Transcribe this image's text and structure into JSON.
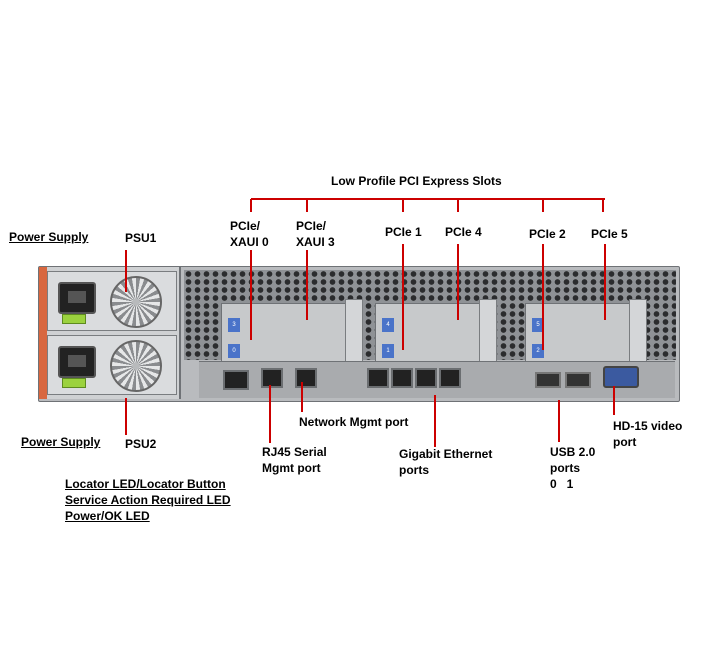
{
  "labels": {
    "slots_header": "Low Profile PCI Express Slots",
    "power_supply_top": "Power Supply",
    "psu1": "PSU1",
    "power_supply_bottom": "Power Supply",
    "psu2": "PSU2",
    "pcie_xaui0_line1": "PCIe/",
    "pcie_xaui0_line2": "XAUI 0",
    "pcie_xaui3_line1": "PCIe/",
    "pcie_xaui3_line2": "XAUI 3",
    "pcie1": "PCIe 1",
    "pcie4": "PCIe 4",
    "pcie2": "PCIe 2",
    "pcie5": "PCIe 5",
    "network_mgmt": "Network Mgmt port",
    "rj45_line1": "RJ45 Serial",
    "rj45_line2": "Mgmt port",
    "gbe_line1": "Gigabit Ethernet",
    "gbe_line2": "ports",
    "usb_line1": "USB 2.0",
    "usb_line2": "ports",
    "usb_line3": "0   1",
    "video_line1": "HD-15 video",
    "video_line2": "port",
    "locator": "Locator LED/Locator Button",
    "service": "Service Action Required LED",
    "power_ok": "Power/OK LED"
  },
  "colors": {
    "leader_line": "#cc0000",
    "psu_tab": "#d8673f",
    "pcie_label": "#4a73c9"
  },
  "slot_tags": [
    "3",
    "0",
    "4",
    "1",
    "5",
    "2"
  ]
}
